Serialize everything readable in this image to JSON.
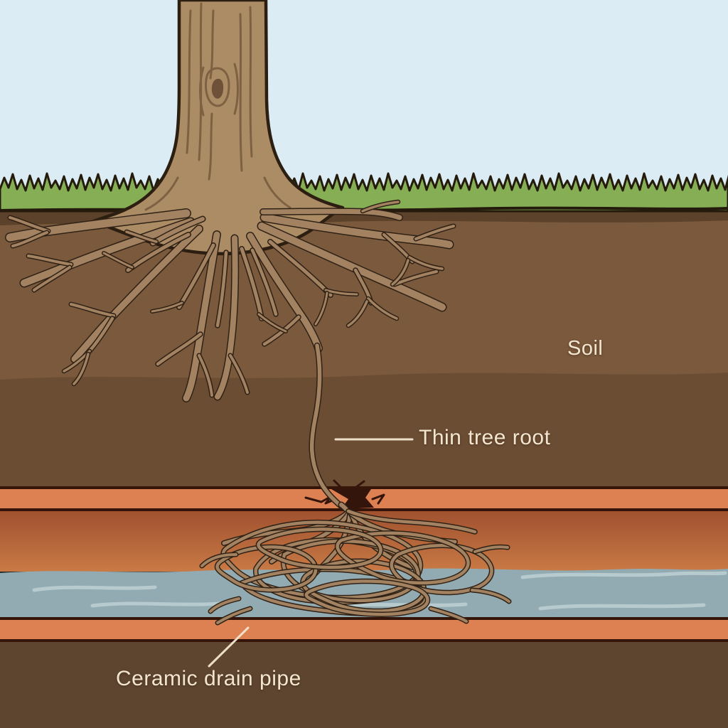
{
  "diagram": {
    "labels": {
      "soil": "Soil",
      "thin_tree_root": "Thin tree root",
      "ceramic_drain_pipe": "Ceramic drain pipe"
    }
  },
  "colors": {
    "sky": "#dcecf4",
    "grass": "#86af55",
    "ground_line": "#241b0c",
    "topsoil_band": "#5c422b",
    "soil_upper": "#7a593c",
    "soil_lower": "#6b4d33",
    "soil_below_pipe": "#5e4530",
    "pipe_wall": "#de8152",
    "pipe_outline": "#35140a",
    "pipe_interior_top": "#9e4f2e",
    "pipe_interior_bottom": "#c97a45",
    "water": "#92aab1",
    "water_highlight": "#bdd0d4",
    "trunk_fill": "#ab8c64",
    "trunk_outline": "#2c1f12",
    "trunk_grain": "#7d6142",
    "knot": "#6e5138",
    "root_fill": "#a28260",
    "root_outline": "#2f2115",
    "crack": "#33150c",
    "label_text": "#f3e6d0"
  }
}
